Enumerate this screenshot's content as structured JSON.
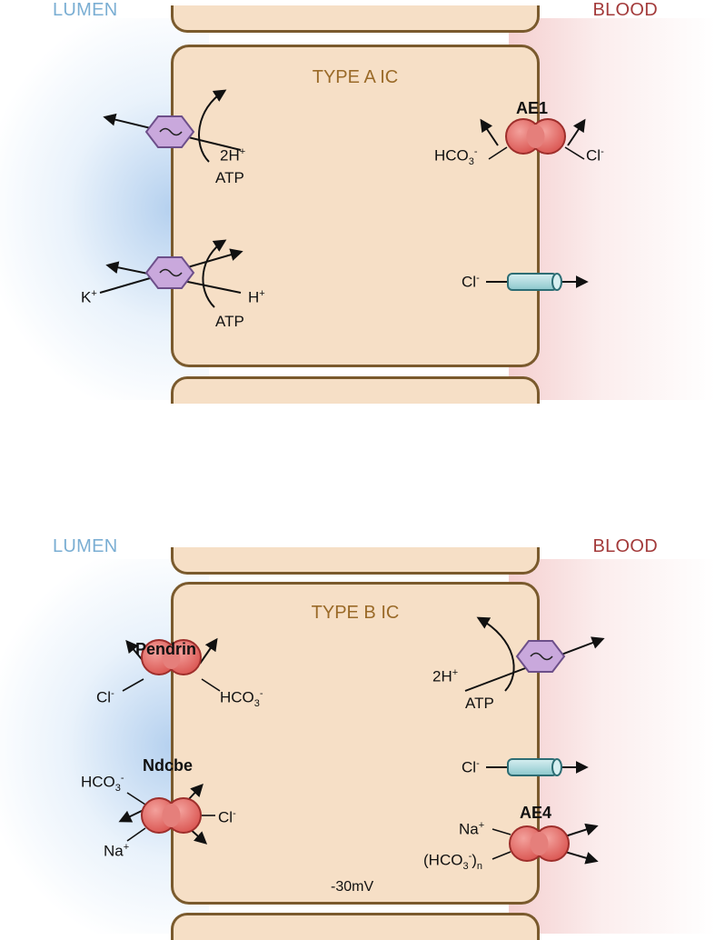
{
  "panel_a": {
    "lumen_label": "LUMEN",
    "blood_label": "BLOOD",
    "cell_title": "TYPE A IC",
    "pump1": {
      "product": "2H",
      "product_charge": "+",
      "energy": "ATP"
    },
    "pump2": {
      "input": "K",
      "input_charge": "+",
      "product": "H",
      "product_charge": "+",
      "energy": "ATP"
    },
    "exchanger": {
      "name": "AE1",
      "left_ion": "HCO",
      "left_sub": "3",
      "left_charge": "-",
      "right_ion": "Cl",
      "right_charge": "-"
    },
    "channel": {
      "ion": "Cl",
      "charge": "-"
    }
  },
  "panel_b": {
    "lumen_label": "LUMEN",
    "blood_label": "BLOOD",
    "cell_title": "TYPE B IC",
    "pendrin": {
      "name": "Pendrin",
      "left_ion": "Cl",
      "left_charge": "-",
      "right_ion": "HCO",
      "right_sub": "3",
      "right_charge": "-"
    },
    "ndcbe": {
      "name": "Ndcbe",
      "ion1": "HCO",
      "ion1_sub": "3",
      "ion1_charge": "-",
      "ion2": "Na",
      "ion2_charge": "+",
      "ion3": "Cl",
      "ion3_charge": "-"
    },
    "pump": {
      "product": "2H",
      "product_charge": "+",
      "energy": "ATP"
    },
    "channel": {
      "ion": "Cl",
      "charge": "-"
    },
    "ae4": {
      "name": "AE4",
      "ion1": "Na",
      "ion1_charge": "+",
      "ion2_open": "(HCO",
      "ion2_sub": "3",
      "ion2_charge": "-",
      "ion2_close": ")",
      "ion2_n": "n"
    },
    "membrane_potential": "-30mV"
  },
  "colors": {
    "cell_fill": "#f6dfc6",
    "cell_border": "#7a5a2d",
    "pump_fill": "#c9a8dc",
    "exchanger_fill": "#e06a66",
    "channel_fill": "#a9d6da",
    "lumen": "#7aaed3",
    "blood": "#a33a3a"
  },
  "icons": [
    "atpase-pump-icon",
    "exchanger-icon",
    "channel-icon",
    "arrow-icon"
  ]
}
